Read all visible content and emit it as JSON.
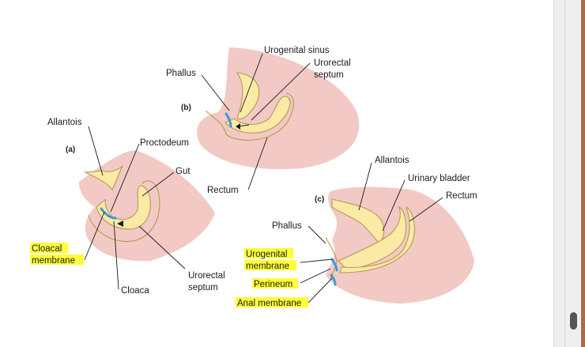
{
  "panels": {
    "a": {
      "tag": "(a)",
      "labels": {
        "allantois": "Allantois",
        "proctodeum": "Proctodeum",
        "gut": "Gut",
        "cloacal_membrane_1": "Cloacal",
        "cloacal_membrane_2": "membrane",
        "cloaca": "Cloaca",
        "urorectal_septum_1": "Urorectal",
        "urorectal_septum_2": "septum"
      }
    },
    "b": {
      "tag": "(b)",
      "labels": {
        "urogenital_sinus": "Urogenital sinus",
        "urorectal_septum_1": "Urorectal",
        "urorectal_septum_2": "septum",
        "phallus": "Phallus",
        "rectum": "Rectum"
      }
    },
    "c": {
      "tag": "(c)",
      "labels": {
        "allantois": "Allantois",
        "urinary_bladder": "Urinary bladder",
        "rectum": "Rectum",
        "phallus": "Phallus",
        "urogenital_membrane_1": "Urogenital",
        "urogenital_membrane_2": "membrane",
        "perineum": "Perineum",
        "anal_membrane": "Anal membrane"
      }
    }
  },
  "colors": {
    "tissue": "#f2c9c4",
    "tube": "#fbeaa6",
    "membrane": "#3a9ad9",
    "highlight": "#ffff3a"
  }
}
